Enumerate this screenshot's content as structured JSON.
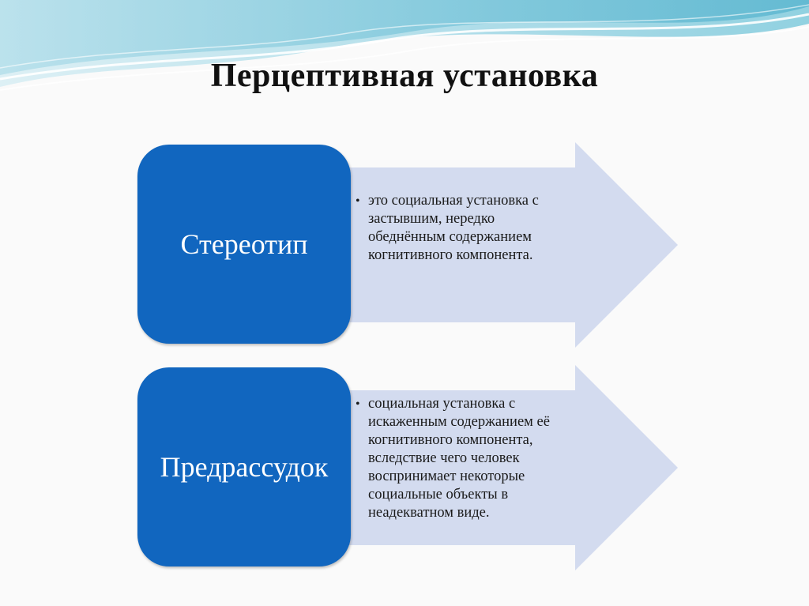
{
  "title": "Перцептивная установка",
  "colors": {
    "box_fill": "#1166bf",
    "arrow_fill": "#d3dbef",
    "wave_light": "#bfe6f0",
    "wave_mid": "#7fcadc",
    "wave_dark": "#3fa8c7"
  },
  "items": [
    {
      "term": "Стереотип",
      "definition": "это социальная установка с застывшим, нередко обеднённым содержанием когнитивного компонента.",
      "lines": [
        "это социальная установка с",
        "застывшим, нередко",
        "обеднённым содержанием",
        "когнитивного компонента."
      ]
    },
    {
      "term": "Предрассудок",
      "definition": "социальная установка с искаженным содержанием её когнитивного компонента, вследствие чего человек воспринимает некоторые социальные объекты в неадекватном виде.",
      "lines": [
        "социальная установка с",
        "искаженным содержанием её",
        "когнитивного компонента,",
        "вследствие чего человек",
        "воспринимает некоторые",
        "социальные объекты в",
        "неадекватном виде."
      ]
    }
  ],
  "bullet_glyph": "•"
}
